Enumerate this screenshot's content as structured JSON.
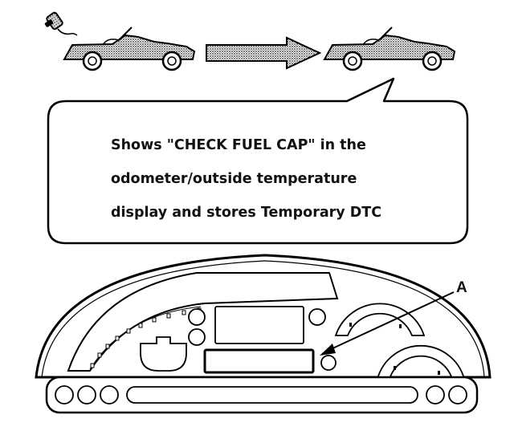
{
  "callout": {
    "lines": [
      "Shows \"CHECK FUEL CAP\" in the",
      "odometer/outside temperature",
      "display and stores Temporary DTC"
    ]
  },
  "labels": {
    "a": "A"
  },
  "icons": [
    "fuel-cap-icon",
    "car-before-icon",
    "transition-arrow-icon",
    "car-after-icon"
  ]
}
